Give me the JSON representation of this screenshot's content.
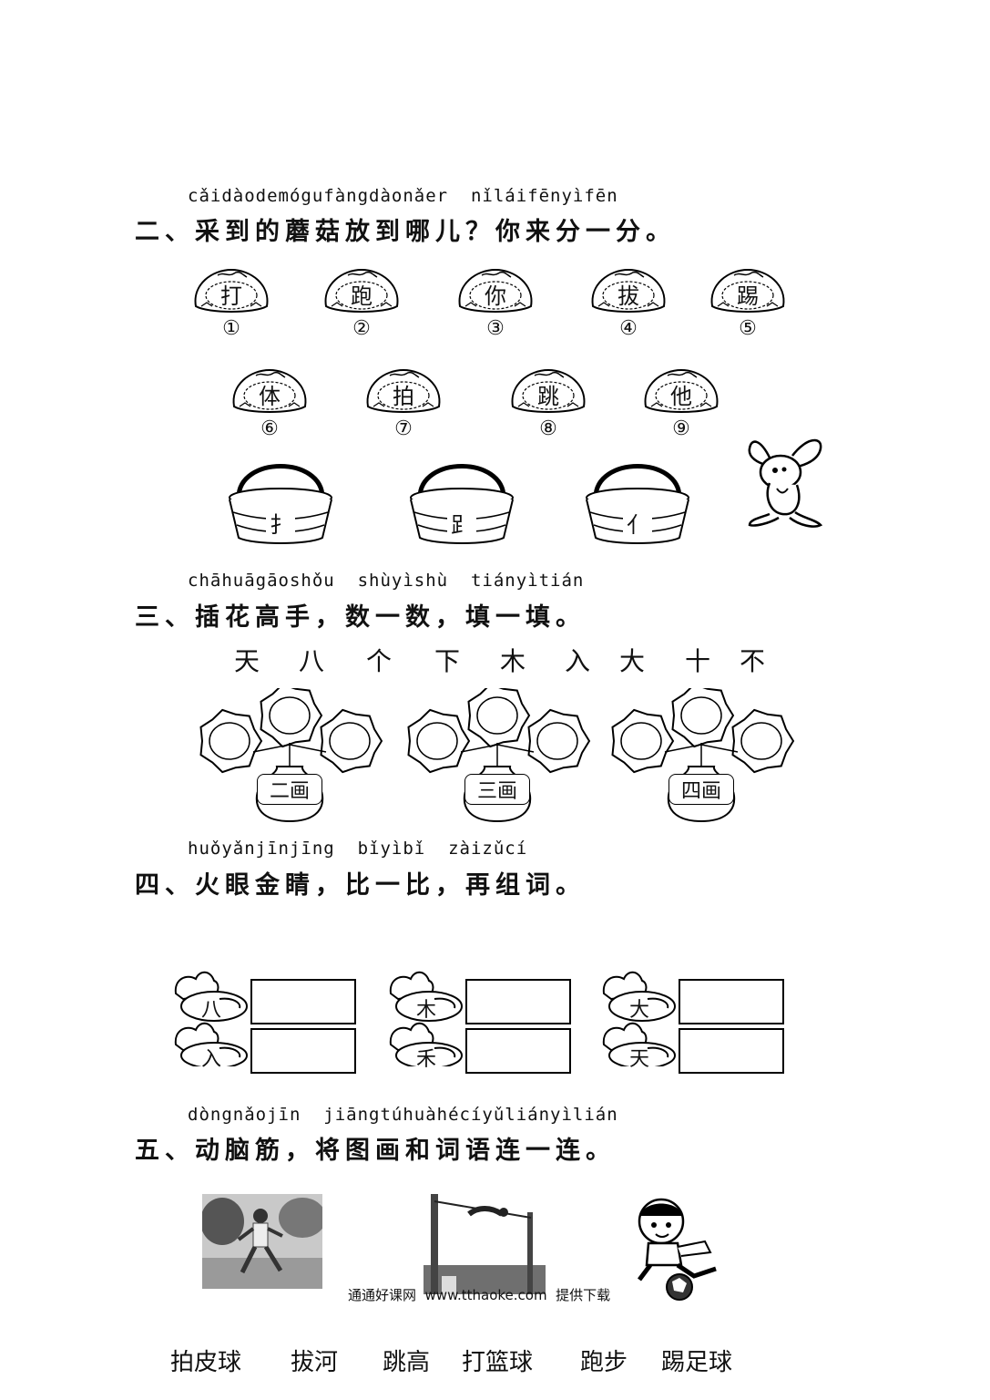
{
  "section2": {
    "pinyin": "cǎidàodemógufàngdàonǎer  nǐláifēnyìfēn",
    "heading": "二、采到的蘑菇放到哪儿？你来分一分。",
    "mushrooms_row1": [
      {
        "char": "打",
        "num": "①"
      },
      {
        "char": "跑",
        "num": "②"
      },
      {
        "char": "你",
        "num": "③"
      },
      {
        "char": "拔",
        "num": "④"
      },
      {
        "char": "踢",
        "num": "⑤"
      }
    ],
    "mushrooms_row2": [
      {
        "char": "体",
        "num": "⑥"
      },
      {
        "char": "拍",
        "num": "⑦"
      },
      {
        "char": "跳",
        "num": "⑧"
      },
      {
        "char": "他",
        "num": "⑨"
      }
    ],
    "baskets": [
      {
        "radical": "扌"
      },
      {
        "radical": "𧾷"
      },
      {
        "radical": "亻"
      }
    ]
  },
  "section3": {
    "pinyin": "chāhuāgāoshǒu  shùyìshù  tiányìtián",
    "heading": "三、插花高手，数一数，填一填。",
    "chars": [
      "天",
      "八",
      "个",
      "下",
      "木",
      "入",
      "大",
      "十",
      "不"
    ],
    "vases": [
      {
        "label": "二画"
      },
      {
        "label": "三画"
      },
      {
        "label": "四画"
      }
    ]
  },
  "section4": {
    "pinyin": "huǒyǎnjīnjīng  bǐyìbǐ  zàizǔcí",
    "heading": "四、火眼金睛，比一比，再组词。",
    "pairs": [
      {
        "top": "八",
        "bottom": "入"
      },
      {
        "top": "木",
        "bottom": "禾"
      },
      {
        "top": "大",
        "bottom": "天"
      }
    ]
  },
  "section5": {
    "pinyin": "dòngnǎojīn  jiāngtúhuàhécíyǔliányìlián",
    "heading": "五、动脑筋，将图画和词语连一连。",
    "footer": "通通好课网  www.tthaoke.com  提供下载",
    "words": [
      "拍皮球",
      "拔河",
      "跳高",
      "打篮球",
      "跑步",
      "踢足球"
    ]
  }
}
